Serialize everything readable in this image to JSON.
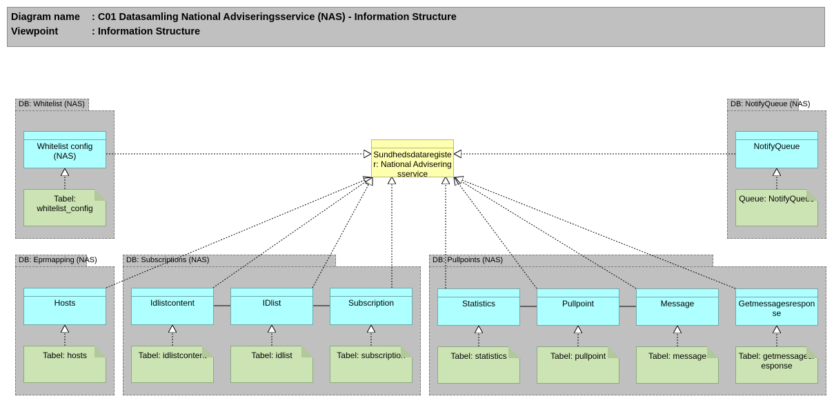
{
  "header": {
    "diagram_name_label": "Diagram name",
    "diagram_name_value": ": C01 Datasamling National Adviseringsservice (NAS) - Information Structure",
    "viewpoint_label": "Viewpoint",
    "viewpoint_value": ": Information Structure"
  },
  "central": {
    "name": "Sundhedsdataregister: National Adviseringsservice"
  },
  "packages": [
    {
      "label": "DB: Whitelist (NAS)"
    },
    {
      "label": "DB: NotifyQueue (NAS)"
    },
    {
      "label": "DB: Eprmapping (NAS)"
    },
    {
      "label": "DB: Subscriptions (NAS)"
    },
    {
      "label": "DB: Pullpoints (NAS)"
    }
  ],
  "classes": [
    {
      "name": "Whitelist config (NAS)",
      "note": "Tabel: whitelist_config"
    },
    {
      "name": "NotifyQueue",
      "note": "Queue: NotifyQueue"
    },
    {
      "name": "Hosts",
      "note": "Tabel: hosts"
    },
    {
      "name": "Idlistcontent",
      "note": "Tabel: idlistcontent"
    },
    {
      "name": "IDlist",
      "note": "Tabel: idlist"
    },
    {
      "name": "Subscription",
      "note": "Tabel: subscription"
    },
    {
      "name": "Statistics",
      "note": "Tabel: statistics"
    },
    {
      "name": "Pullpoint",
      "note": "Tabel: pullpoint"
    },
    {
      "name": "Message",
      "note": "Tabel: message"
    },
    {
      "name": "Getmessagesresponse",
      "note": "Tabel: getmessagesresponse"
    }
  ]
}
